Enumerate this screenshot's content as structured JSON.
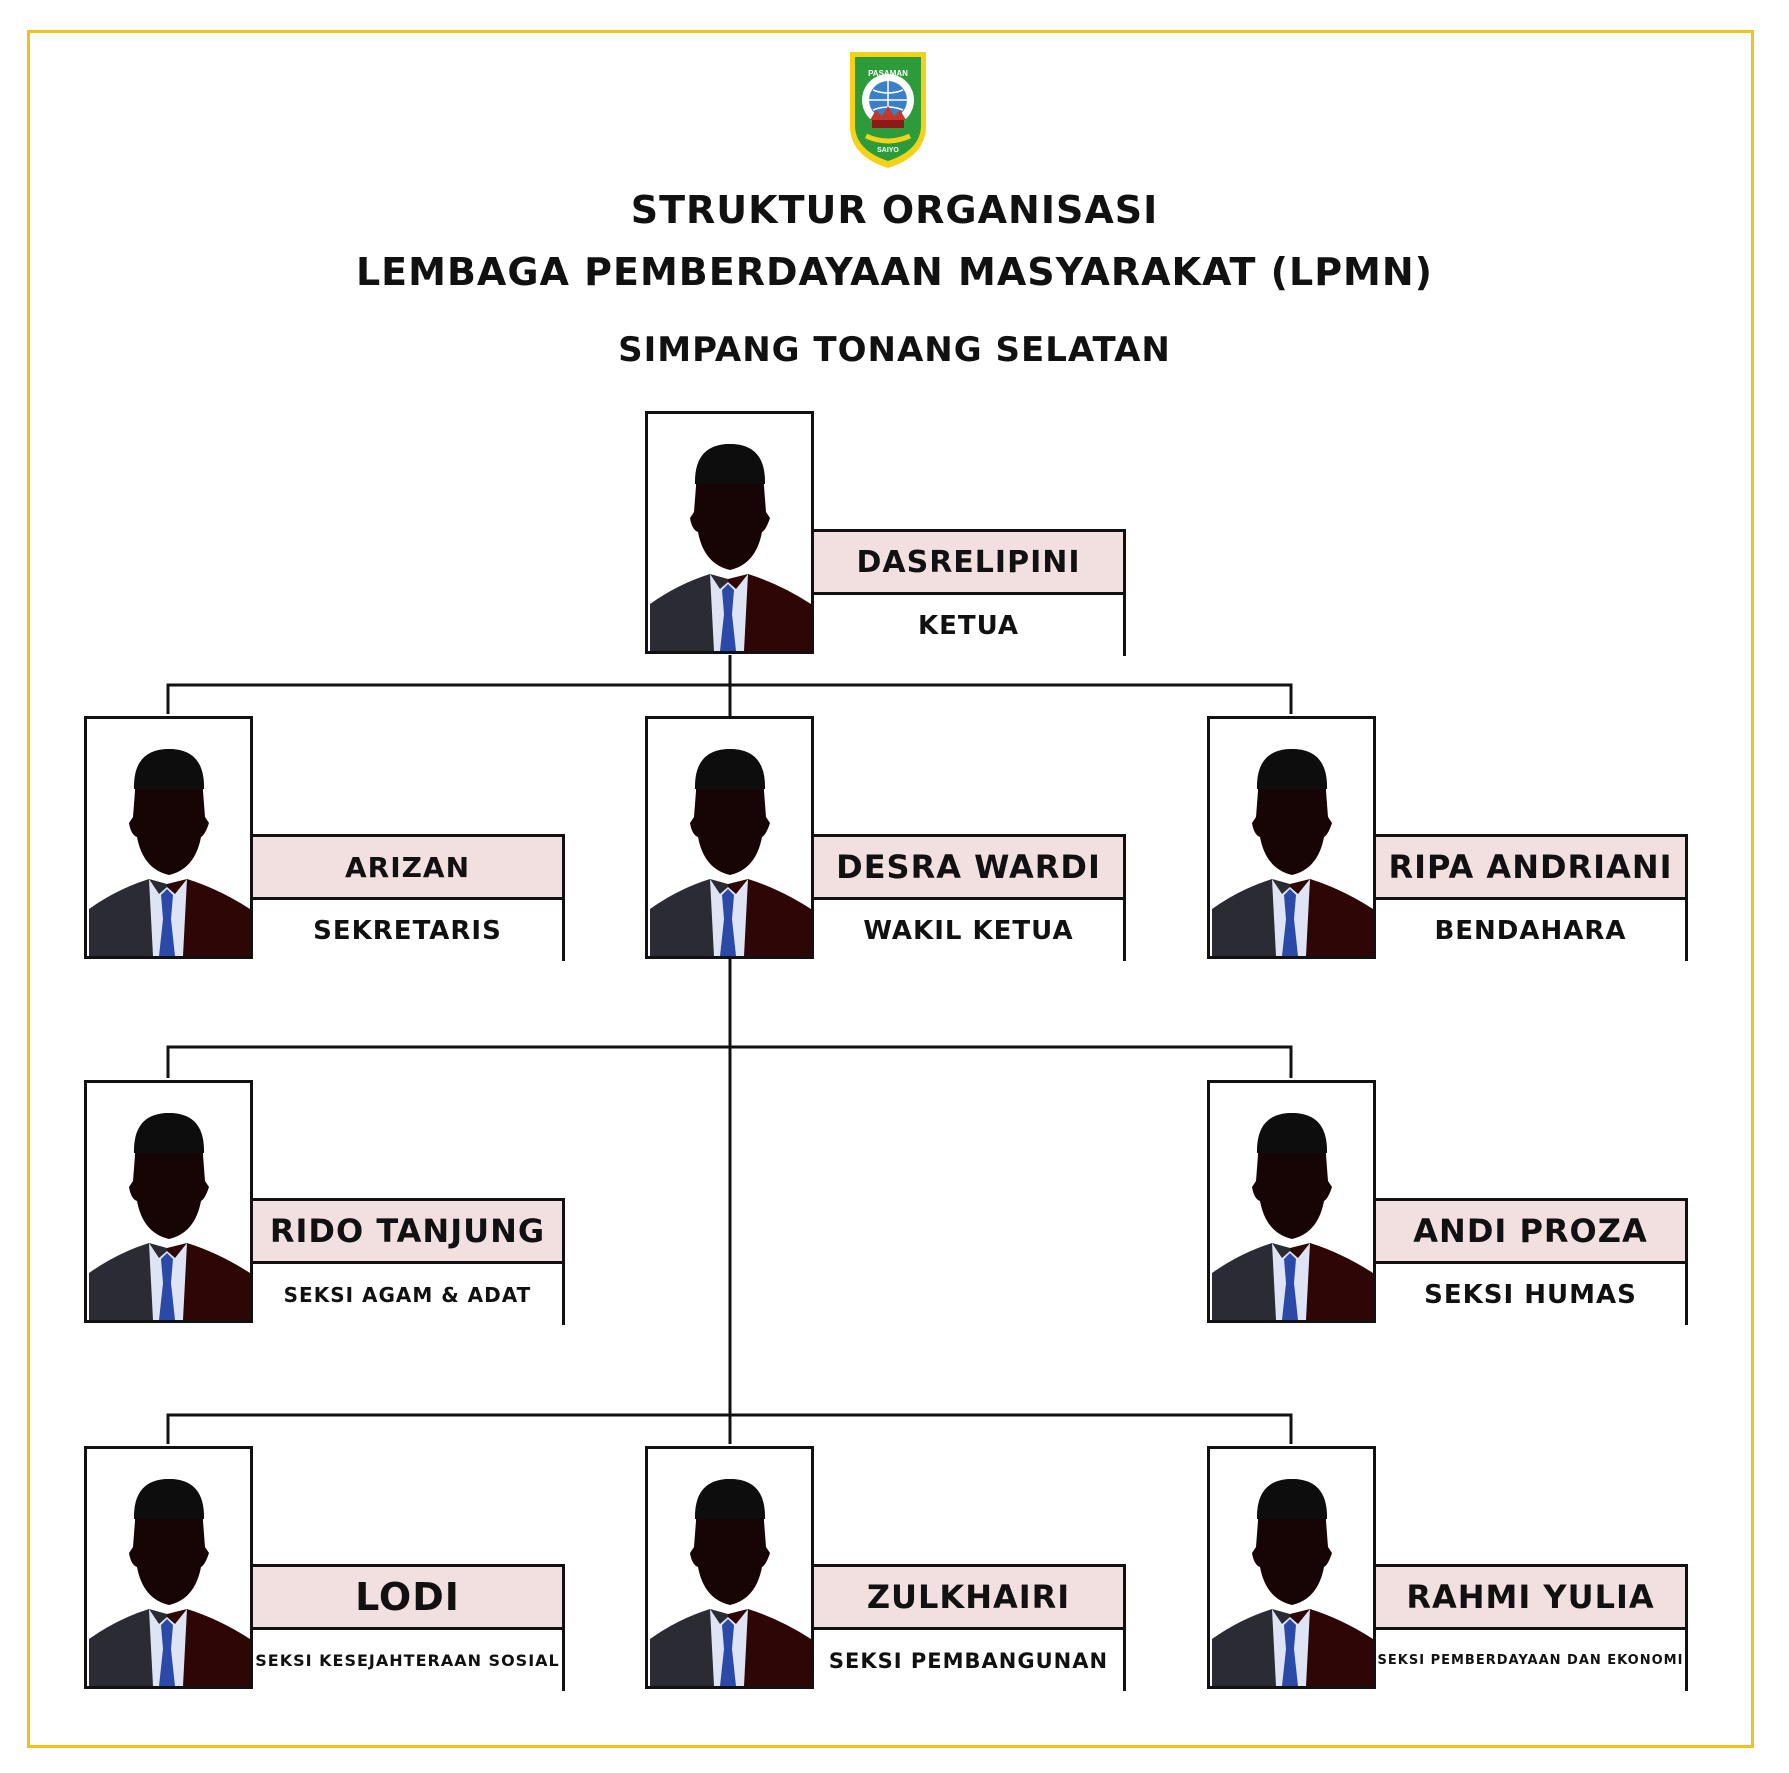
{
  "header": {
    "title_line1": "STRUKTUR ORGANISASI",
    "title_line2": "LEMBAGA PEMBERDAYAAN MASYARAKAT (LPMN)",
    "subtitle": "SIMPANG TONANG SELATAN",
    "logo": {
      "text_top": "PASAMAN",
      "text_bottom": "SAIYO",
      "shield_color": "#2e9b3a",
      "border_color": "#f4d21a"
    }
  },
  "colors": {
    "frame": "#f2c21a",
    "name_bg": "#f2e0e0",
    "line": "#111111",
    "tie": "#2b4aa8"
  },
  "members": [
    {
      "name": "DASRELIPINI",
      "role": "KETUA"
    },
    {
      "name": "ARIZAN",
      "role": "SEKRETARIS"
    },
    {
      "name": "DESRA WARDI",
      "role": "WAKIL KETUA"
    },
    {
      "name": "RIPA ANDRIANI",
      "role": "BENDAHARA"
    },
    {
      "name": "RIDO TANJUNG",
      "role": "SEKSI AGAM & ADAT"
    },
    {
      "name": "ANDI PROZA",
      "role": "SEKSI HUMAS"
    },
    {
      "name": "LODI",
      "role": "SEKSI KESEJAHTERAAN SOSIAL"
    },
    {
      "name": "ZULKHAIRI",
      "role": "SEKSI PEMBANGUNAN"
    },
    {
      "name": "RAHMI YULIA",
      "role": "SEKSI PEMBERDAYAAN DAN EKONOMI"
    }
  ]
}
